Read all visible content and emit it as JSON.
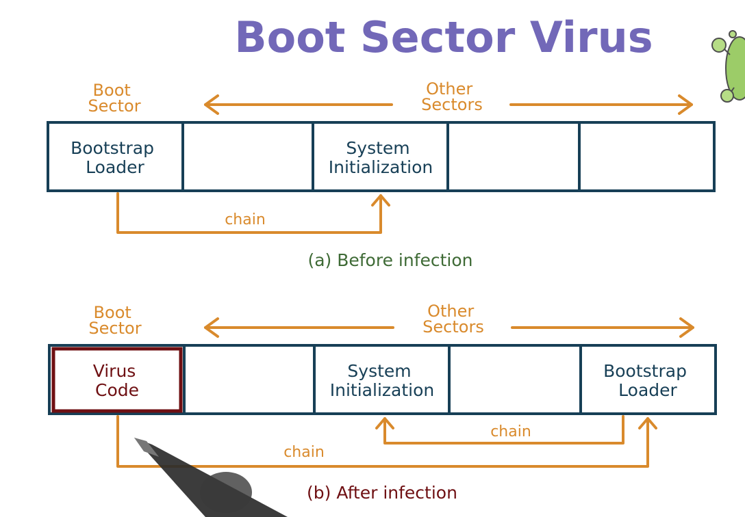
{
  "title": "Boot Sector Virus",
  "colors": {
    "title": "#7268b8",
    "orange": "#d98a2c",
    "navy": "#173f56",
    "dark_red": "#6e0f12",
    "green_caption": "#3e6a35",
    "pen": "#2a2a2a",
    "virus_icon": "#8dbf5a"
  },
  "diagram_a": {
    "label_boot_sector": "Boot\nSector",
    "label_other_sectors": "Other\nSectors",
    "cells": [
      "Bootstrap\nLoader",
      "",
      "System\nInitialization",
      "",
      ""
    ],
    "chain_label": "chain",
    "caption": "(a) Before infection"
  },
  "diagram_b": {
    "label_boot_sector": "Boot\nSector",
    "label_other_sectors": "Other\nSectors",
    "cells": [
      "Virus\nCode",
      "",
      "System\nInitialization",
      "",
      "Bootstrap\nLoader"
    ],
    "chain_label_inner": "chain",
    "chain_label_outer": "chain",
    "caption": "(b) After infection"
  },
  "icons": [
    "virus-icon",
    "stylus-pen-icon"
  ]
}
